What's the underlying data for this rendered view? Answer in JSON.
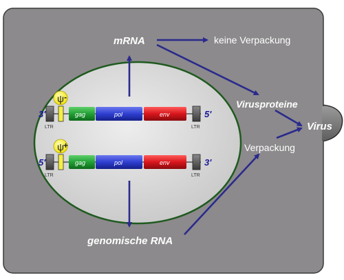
{
  "labels": {
    "mrna": "mRNA",
    "keine_verpackung": "keine Verpackung",
    "virusproteine": "Virusproteine",
    "verpackung": "Verpackung",
    "virus": "Virus",
    "genomische_rna": "genomische RNA"
  },
  "constructs": [
    {
      "left_end": "3'",
      "right_end": "5'",
      "psi": "ψ",
      "psi_sign": "-",
      "genes": [
        "gag",
        "pol",
        "env"
      ],
      "ltr_left": "LTR",
      "ltr_right": "LTR"
    },
    {
      "left_end": "5'",
      "right_end": "3'",
      "psi": "ψ",
      "psi_sign": "+",
      "genes": [
        "gag",
        "pol",
        "env"
      ],
      "ltr_left": "LTR",
      "ltr_right": "LTR"
    }
  ],
  "colors": {
    "cell": "#8c8a8c",
    "nucleus_fill": "#d6d6d6",
    "nucleus_border": "#1f5a1f",
    "arrow": "#2a2a8c",
    "gag": "#22a035",
    "pol": "#2f3fd0",
    "env": "#d8161c",
    "psi_circle": "#ffff30",
    "ltr": "#555555",
    "strand_end_text": "#1a1a9a"
  }
}
